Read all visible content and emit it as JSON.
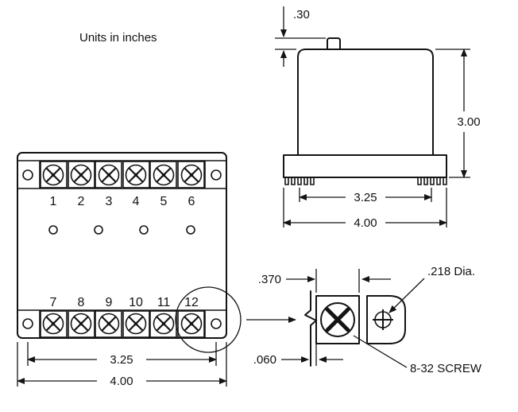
{
  "note": "Units in inches",
  "front_view": {
    "top_terminals": [
      "1",
      "2",
      "3",
      "4",
      "5",
      "6"
    ],
    "bottom_terminals": [
      "7",
      "8",
      "9",
      "10",
      "11",
      "12"
    ],
    "dim_mounting_holes": "3.25",
    "dim_overall_width": "4.00"
  },
  "side_view": {
    "dim_knob": ".30",
    "dim_height": "3.00",
    "dim_feet": "3.25",
    "dim_overall_width": "4.00"
  },
  "detail_view": {
    "dim_block_width": ".370",
    "dim_gap": ".060",
    "dim_hole": ".218 Dia.",
    "screw_label": "8-32 SCREW"
  }
}
